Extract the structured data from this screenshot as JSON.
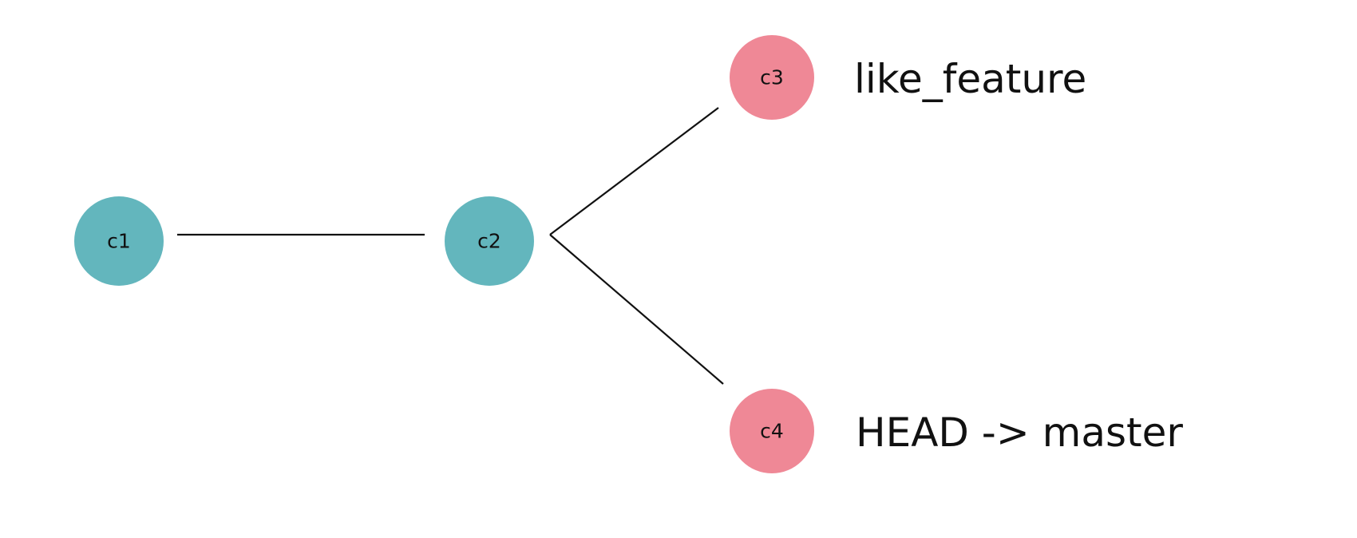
{
  "colors": {
    "shared_commit": "#63b6bd",
    "branch_commit": "#ef8896",
    "edge": "#111111",
    "text": "#111111"
  },
  "commits": [
    {
      "id": "c1",
      "label": "c1",
      "kind": "shared_commit"
    },
    {
      "id": "c2",
      "label": "c2",
      "kind": "shared_commit"
    },
    {
      "id": "c3",
      "label": "c3",
      "kind": "branch_commit"
    },
    {
      "id": "c4",
      "label": "c4",
      "kind": "branch_commit"
    }
  ],
  "edges": [
    {
      "from": "c1",
      "to": "c2"
    },
    {
      "from": "c2",
      "to": "c3"
    },
    {
      "from": "c2",
      "to": "c4"
    }
  ],
  "refs": [
    {
      "commit": "c3",
      "label": "like_feature"
    },
    {
      "commit": "c4",
      "label": "HEAD -> master"
    }
  ]
}
